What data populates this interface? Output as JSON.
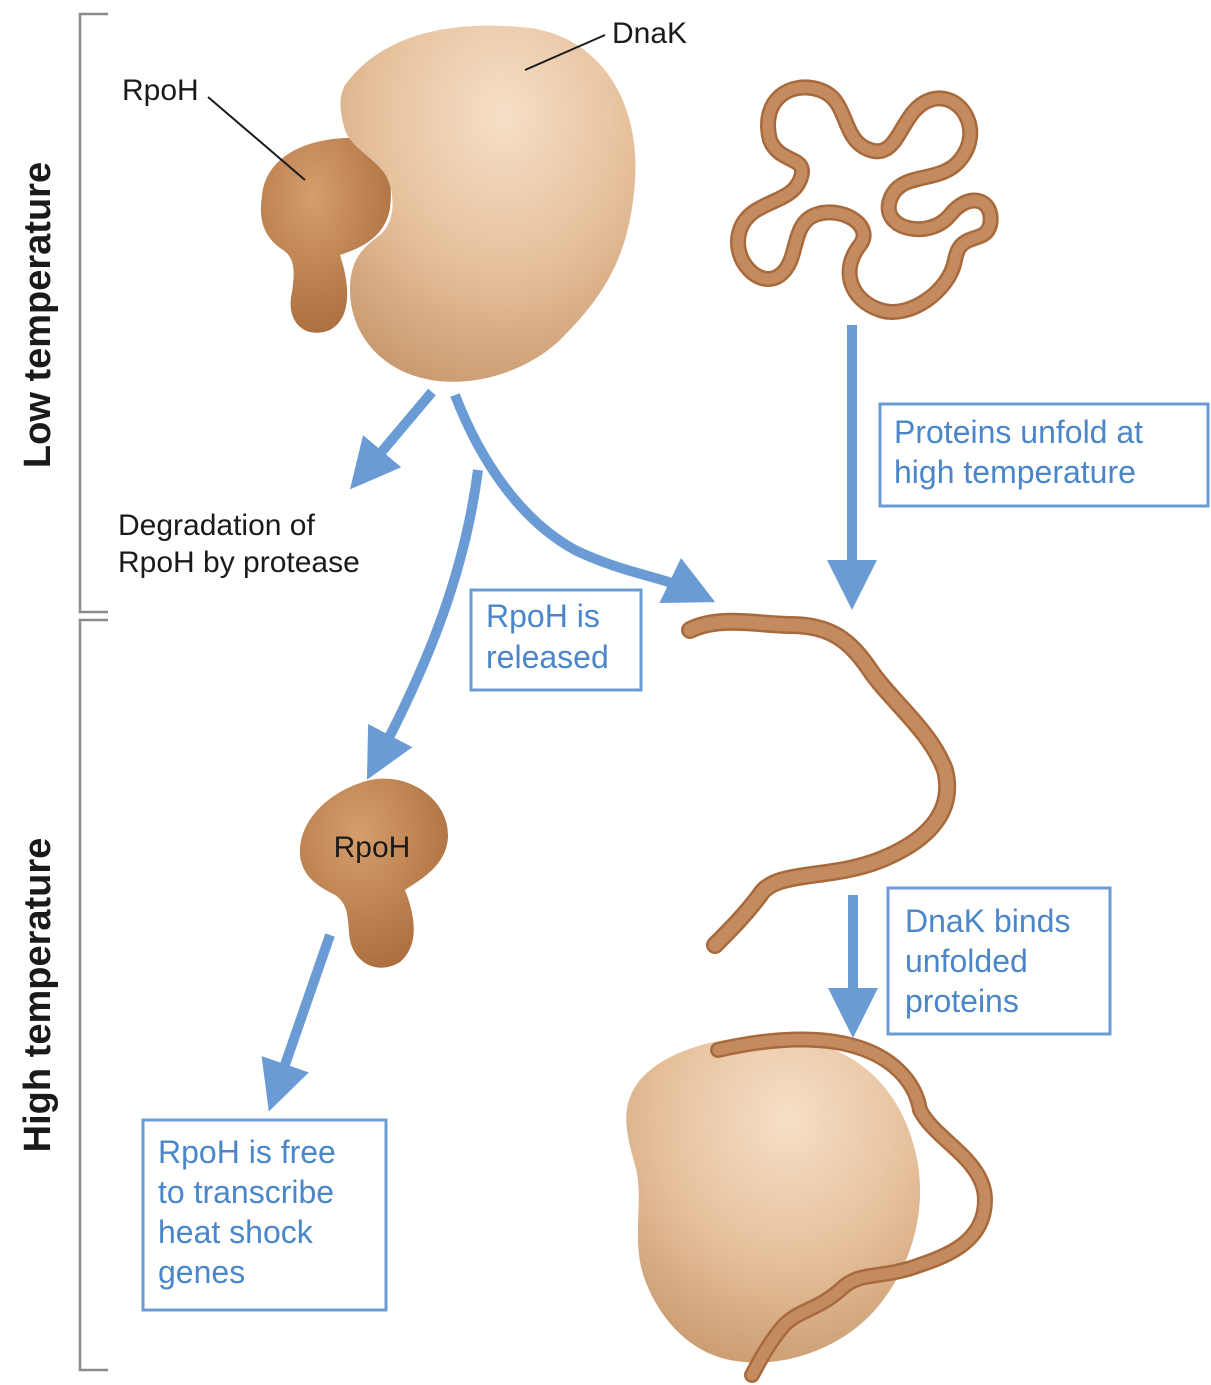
{
  "side_labels": {
    "low": "Low temperature",
    "high": "High temperature"
  },
  "labels": {
    "dnak": "DnaK",
    "rpoh_top": "RpoH",
    "rpoh_free": "RpoH",
    "degradation": [
      "Degradation of",
      "RpoH by protease"
    ]
  },
  "callouts": {
    "released": [
      "RpoH is",
      "released"
    ],
    "unfold": [
      "Proteins unfold at",
      "high temperature"
    ],
    "binds": [
      "DnaK binds",
      "unfolded",
      "proteins"
    ],
    "free": [
      "RpoH is free",
      "to transcribe",
      "heat shock",
      "genes"
    ]
  },
  "colors": {
    "arrow": "#6a9bd4",
    "callout_text": "#4a86c8",
    "dnak_fill": "#e2b98f",
    "rpoh_fill": "#c68a55",
    "unfolded_chain": "#c48b5e"
  }
}
